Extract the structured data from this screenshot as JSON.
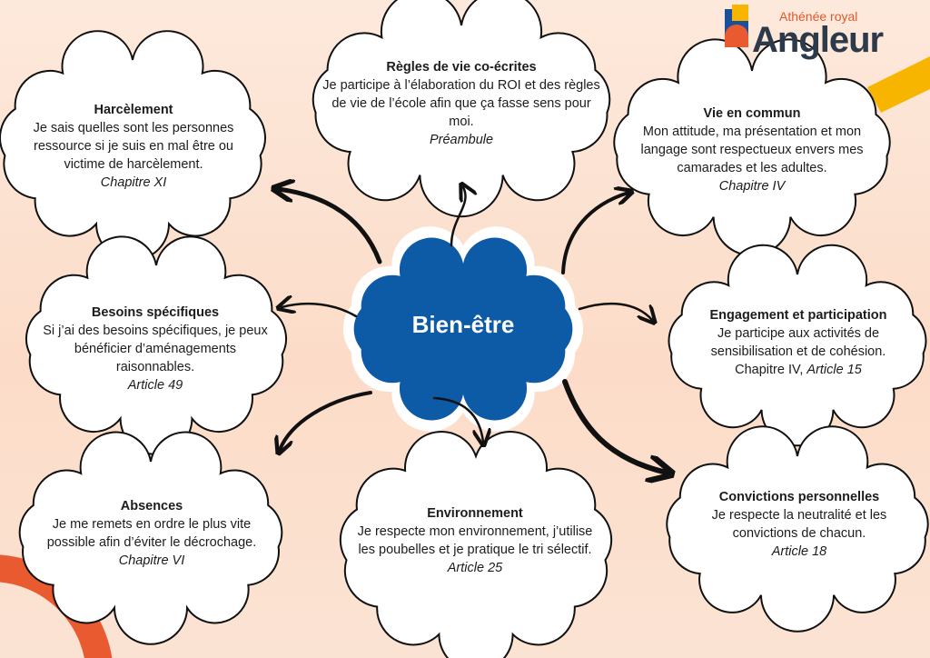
{
  "center": {
    "label": "Bien-être"
  },
  "logo": {
    "line1": "Athénée royal",
    "line2": "Angleur"
  },
  "nodes": [
    {
      "title": "Règles de vie co-écrites",
      "body": "Je participe à l’élaboration du ROI et des règles de vie de l’école afin que ça fasse sens pour moi.",
      "ref_plain": "",
      "ref_italic": "Préambule"
    },
    {
      "title": "Harcèlement",
      "body": "Je sais quelles sont les personnes ressource si je suis en mal être ou victime de harcèlement.",
      "ref_plain": "",
      "ref_italic": "Chapitre XI"
    },
    {
      "title": "Vie en commun",
      "body": "Mon attitude, ma présentation et mon langage sont respectueux envers mes camarades et les adultes.",
      "ref_plain": "",
      "ref_italic": "Chapitre IV"
    },
    {
      "title": "Besoins spécifiques",
      "body": "Si j’ai des besoins spécifiques, je peux bénéficier d’aménagements raisonnables.",
      "ref_plain": "",
      "ref_italic": "Article 49"
    },
    {
      "title": "Engagement et participation",
      "body": "Je participe aux activités de sensibilisation et de cohésion.",
      "ref_plain": "Chapitre IV, ",
      "ref_italic": "Article 15"
    },
    {
      "title": "Absences",
      "body": "Je me remets en ordre le plus vite possible afin d’éviter le décrochage.",
      "ref_plain": "",
      "ref_italic": "Chapitre VI"
    },
    {
      "title": "Environnement",
      "body": "Je respecte mon environnement, j’utilise les poubelles et je pratique le tri sélectif.",
      "ref_plain": "",
      "ref_italic": "Article 25"
    },
    {
      "title": "Convictions personnelles",
      "body": "Je respecte la neutralité et les convictions de chacun.",
      "ref_plain": "",
      "ref_italic": "Article 18"
    }
  ],
  "colors": {
    "center_cloud": "#0d5aa7",
    "cloud_fill": "#ffffff",
    "outline": "#111111",
    "accent_orange": "#e95a30",
    "accent_yellow": "#f7b500"
  }
}
